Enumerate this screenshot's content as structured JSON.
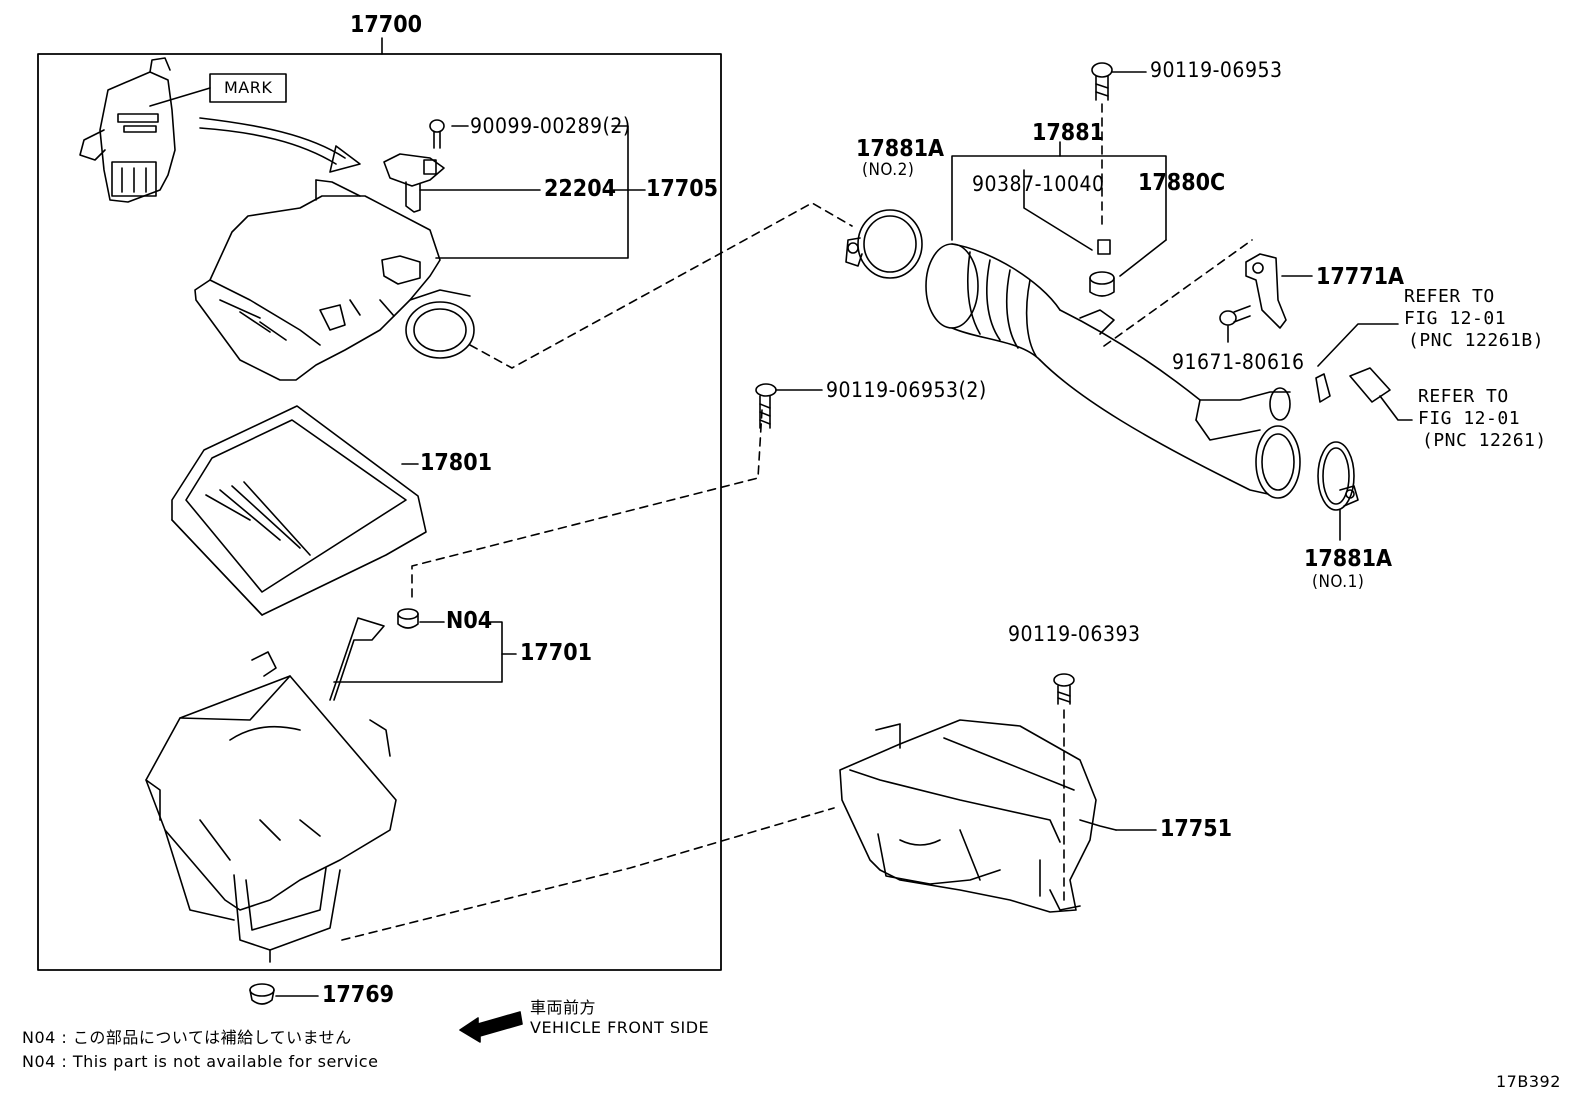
{
  "diagram": {
    "id": "17B392",
    "assembly": "17700",
    "mark_label": "MARK",
    "parts": {
      "p90099": "90099-00289(2)",
      "p22204": "22204",
      "p17705": "17705",
      "p17801": "17801",
      "pN04": "N04",
      "p17701": "17701",
      "p17769": "17769",
      "p90119a": "90119-06953",
      "p17881": "17881",
      "p90387": "90387-10040",
      "p17880C": "17880C",
      "p17881A_top": "17881A",
      "p17881A_top_sub": "(NO.2)",
      "p17771A": "17771A",
      "p91671": "91671-80616",
      "p90119b": "90119-06953(2)",
      "p17881A_bot": "17881A",
      "p17881A_bot_sub": "(NO.1)",
      "p90119c": "90119-06393",
      "p17751": "17751"
    },
    "refs": [
      {
        "l1": "REFER TO",
        "l2": "FIG 12-01",
        "l3": "(PNC 12261B)"
      },
      {
        "l1": "REFER TO",
        "l2": "FIG 12-01",
        "l3": "(PNC 12261)"
      }
    ],
    "direction": {
      "jp": "車両前方",
      "en": "VEHICLE FRONT SIDE"
    },
    "notes": {
      "jp": "N04 : この部品については補給していません",
      "en": "N04 : This part is not available for service"
    }
  }
}
